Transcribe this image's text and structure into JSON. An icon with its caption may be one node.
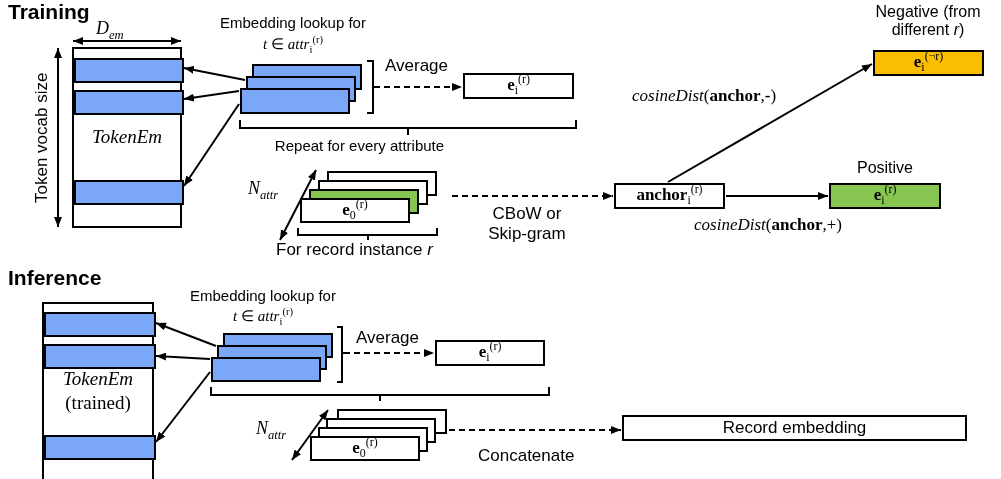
{
  "diagram": {
    "nodes": [
      {
        "text": [
          "TokenEm"
        ]
      },
      {
        "text": [],
        "shape": "bar",
        "in": 0
      },
      {
        "text": [],
        "shape": "bar",
        "in": 0
      },
      {
        "text": [],
        "shape": "bar",
        "in": 0
      },
      {
        "text": [
          "Embedding lookup for",
          "*t* ∈ *attr*$_{i}$$^{(r)}$"
        ]
      },
      {
        "text": [
          "**e**$_{i}$$^{(r)}$"
        ]
      },
      {
        "text": [
          "Repeat for every attribute",
          "**e**$_{0}$$^{(r)}$"
        ]
      },
      {
        "text": [
          "**anchor**$_{i}$$^{(r)}$"
        ]
      },
      {
        "text": [
          "Negative (from different *r*)",
          "**e**$_{i}$$^{(¬r)}$"
        ]
      },
      {
        "text": [
          "Positive",
          "**e**$_{i}$$^{(r)}$"
        ]
      },
      {
        "text": [
          "TokenEm",
          "(trained)"
        ]
      },
      {
        "text": [],
        "shape": "bar",
        "in": 10
      },
      {
        "text": [],
        "shape": "bar",
        "in": 10
      },
      {
        "text": [],
        "shape": "bar",
        "in": 10
      },
      {
        "text": [
          "Embedding lookup for",
          "*t* ∈ *attr*$_{i}$$^{(r)}$"
        ]
      },
      {
        "text": [
          "**e**$_{i}$$^{(r)}$"
        ]
      },
      {
        "text": [
          "**e**$_{0}$$^{(r)}$"
        ]
      },
      {
        "text": [
          "Record embedding"
        ]
      }
    ],
    "edges": [
      {
        "from": 4,
        "to": 1,
        "arrow": "to"
      },
      {
        "from": 4,
        "to": 2,
        "arrow": "to"
      },
      {
        "from": 4,
        "to": 3,
        "arrow": "to"
      },
      {
        "from": 4,
        "to": 5,
        "arrow": "to",
        "style": "dashed",
        "label": "Average"
      },
      {
        "from": 6,
        "to": 7,
        "arrow": "to",
        "style": "dashed",
        "label": "CBoW or Skip-gram"
      },
      {
        "from": 7,
        "to": 8,
        "arrow": "to",
        "label": "*cosineDist*(**anchor**,**-**)"
      },
      {
        "from": 7,
        "to": 9,
        "arrow": "to",
        "label": "*cosineDist*(**anchor**,+)"
      },
      {
        "from": 14,
        "to": 11,
        "arrow": "to"
      },
      {
        "from": 14,
        "to": 12,
        "arrow": "to"
      },
      {
        "from": 14,
        "to": 13,
        "arrow": "to"
      },
      {
        "from": 14,
        "to": 15,
        "arrow": "to",
        "style": "dashed",
        "label": "Average"
      },
      {
        "from": 16,
        "to": 17,
        "arrow": "to",
        "style": "dashed",
        "label": "Concatenate"
      }
    ],
    "labels": [
      "Training",
      "D$_{em}$",
      "Token vocab size",
      "N$_{attr}$",
      "For record instance *r*",
      "Inference",
      "N$_{attr}$"
    ]
  }
}
